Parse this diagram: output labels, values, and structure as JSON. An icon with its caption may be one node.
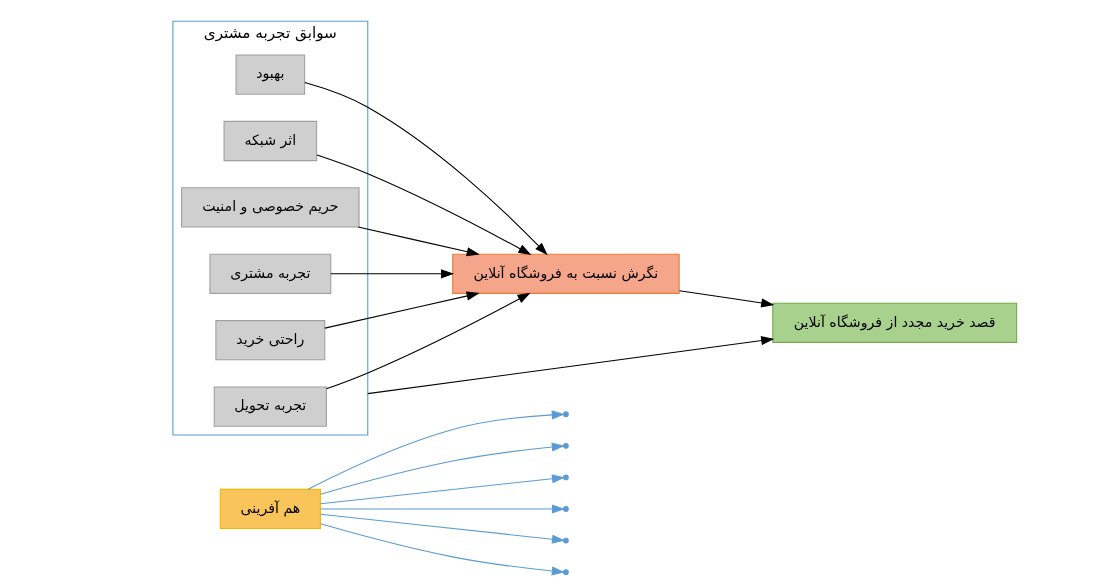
{
  "diagram": {
    "nodes": [
      {
        "text": [
          "هم آفرینی"
        ]
      },
      {
        "text": [
          "سوابق تجربه مشتری"
        ]
      },
      {
        "text": [
          "راحتی خرید"
        ],
        "in": 1
      },
      {
        "text": [
          "تجربه مشتری"
        ],
        "in": 1
      },
      {
        "text": [
          "حریم خصوصی و امنیت"
        ],
        "in": 1
      },
      {
        "text": [
          "تجربه تحویل"
        ],
        "in": 1
      },
      {
        "text": [
          "اثر شبکه"
        ],
        "in": 1
      },
      {
        "text": [
          "بهبود"
        ],
        "in": 1
      },
      {
        "text": [
          "نگرش نسبت به فروشگاه آنلاین"
        ]
      },
      {
        "text": [
          "قصد خرید مجدد از فروشگاه آنلاین"
        ]
      }
    ],
    "edges": [
      {
        "from": 2,
        "to": 8,
        "arrow": "to"
      },
      {
        "from": 3,
        "to": 8,
        "arrow": "to"
      },
      {
        "from": 4,
        "to": 8,
        "arrow": "to"
      },
      {
        "from": 5,
        "to": 8,
        "arrow": "to"
      },
      {
        "from": 6,
        "to": 8,
        "arrow": "to"
      },
      {
        "from": 7,
        "to": 8,
        "arrow": "to"
      },
      {
        "from": 8,
        "to": 9,
        "arrow": "to"
      },
      {
        "from": 1,
        "to": 9,
        "arrow": "to"
      },
      {
        "from": 0,
        "to": null,
        "arrow": "to",
        "color": "#5b9bd5"
      },
      {
        "from": 0,
        "to": null,
        "arrow": "to",
        "color": "#5b9bd5"
      },
      {
        "from": 0,
        "to": null,
        "arrow": "to",
        "color": "#5b9bd5"
      },
      {
        "from": 0,
        "to": null,
        "arrow": "to",
        "color": "#5b9bd5"
      },
      {
        "from": 0,
        "to": null,
        "arrow": "to",
        "color": "#5b9bd5"
      },
      {
        "from": 0,
        "to": null,
        "arrow": "to",
        "color": "#5b9bd5"
      }
    ]
  }
}
